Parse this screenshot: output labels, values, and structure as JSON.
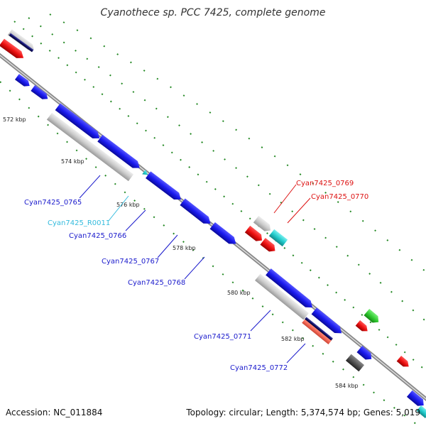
{
  "header": {
    "title": "Cyanothece sp. PCC 7425, complete genome"
  },
  "footer": {
    "accession": "Accession: NC_011884",
    "summary": "Topology: circular; Length: 5,374,574 bp; Genes: 5,019"
  },
  "ticks": [
    {
      "name": "tick-572",
      "label": "572 kbp"
    },
    {
      "name": "tick-574",
      "label": "574 kbp"
    },
    {
      "name": "tick-576",
      "label": "576 kbp"
    },
    {
      "name": "tick-578",
      "label": "578 kbp"
    },
    {
      "name": "tick-580",
      "label": "580 kbp"
    },
    {
      "name": "tick-582",
      "label": "582 kbp"
    },
    {
      "name": "tick-584",
      "label": "584 kbp"
    }
  ],
  "gene_labels": [
    {
      "name": "label-cyan7425-0765",
      "text": "Cyan7425_0765",
      "color": "#1a1acc"
    },
    {
      "name": "label-cyan7425-r0011",
      "text": "Cyan7425_R0011",
      "color": "#33bbdd"
    },
    {
      "name": "label-cyan7425-0766",
      "text": "Cyan7425_0766",
      "color": "#1a1acc"
    },
    {
      "name": "label-cyan7425-0767",
      "text": "Cyan7425_0767",
      "color": "#1a1acc"
    },
    {
      "name": "label-cyan7425-0768",
      "text": "Cyan7425_0768",
      "color": "#1a1acc"
    },
    {
      "name": "label-cyan7425-0769",
      "text": "Cyan7425_0769",
      "color": "#dd1111"
    },
    {
      "name": "label-cyan7425-0770",
      "text": "Cyan7425_0770",
      "color": "#dd1111"
    },
    {
      "name": "label-cyan7425-0771",
      "text": "Cyan7425_0771",
      "color": "#1a1acc"
    },
    {
      "name": "label-cyan7425-0772",
      "text": "Cyan7425_0772",
      "color": "#1a1acc"
    }
  ],
  "colors": {
    "cds_forward": "#1a1aee",
    "cds_reverse": "#ee1111",
    "rrna": "#22cccc",
    "trna": "#33cc33",
    "gene_bar": "#cccccc",
    "pseudo": "#ff7766",
    "backbone": "#999999",
    "dots": "#228822"
  }
}
